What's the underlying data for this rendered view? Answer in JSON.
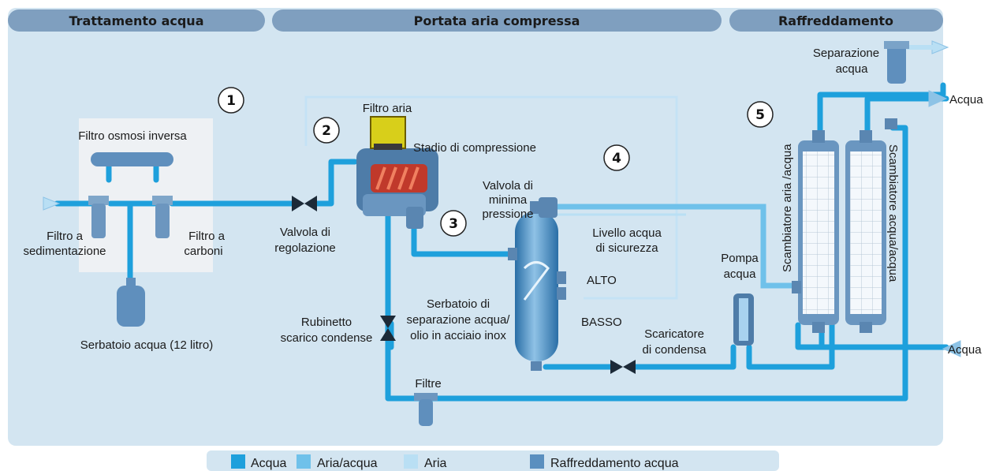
{
  "colors": {
    "panel": "#d3e5f1",
    "header": "#7f9fbf",
    "water": "#1ea0dc",
    "air_water": "#6fc1ea",
    "air": "#b9dff4",
    "cooling_water": "#5a8fbf"
  },
  "headers": {
    "left": "Trattamento acqua",
    "middle": "Portata aria compressa",
    "right": "Raffreddamento"
  },
  "numbers": [
    "1",
    "2",
    "3",
    "4",
    "5"
  ],
  "labels": {
    "filtro_osmosi_inversa": "Filtro osmosi inversa",
    "filtro_a": "Filtro a",
    "sedimentazione": "sedimentazione",
    "filtro_a_2": "Filtro a",
    "carboni": "carboni",
    "serbatoio_acqua": "Serbatoio acqua (12 litro)",
    "valvola_di": "Valvola di",
    "regolazione": "regolazione",
    "filtro_aria": "Filtro aria",
    "stadio_di_compressione": "Stadio di compressione",
    "valvola_di_2": "Valvola di",
    "minima": "minima",
    "pressione": "pressione",
    "livello_acqua": "Livello acqua",
    "di_sicurezza": "di sicurezza",
    "alto": "ALTO",
    "basso": "BASSO",
    "serbatoio_di": "Serbatoio di",
    "separazione_acqua_slash": "separazione acqua/",
    "olio_in_acciaio_inox": "olio in acciaio inox",
    "rubinetto": "Rubinetto",
    "scarico_condense": "scarico condense",
    "filtre": "Filtre",
    "scaricatore": "Scaricatore",
    "di_condensa": "di condensa",
    "pompa": "Pompa",
    "acqua_pompa": "acqua",
    "separazione": "Separazione",
    "acqua_sep": "acqua",
    "acqua_out_top": "Acqua",
    "acqua_out_bottom": "Acqua",
    "scambiatore_aria_acqua": "Scambiatore aria /acqua",
    "scambiatore_acqua_acqua": "Scambiatore acqua/acqua"
  },
  "legend": {
    "acqua": "Acqua",
    "aria_acqua": "Aria/acqua",
    "aria": "Aria",
    "raffreddamento_acqua": "Raffreddamento acqua"
  }
}
